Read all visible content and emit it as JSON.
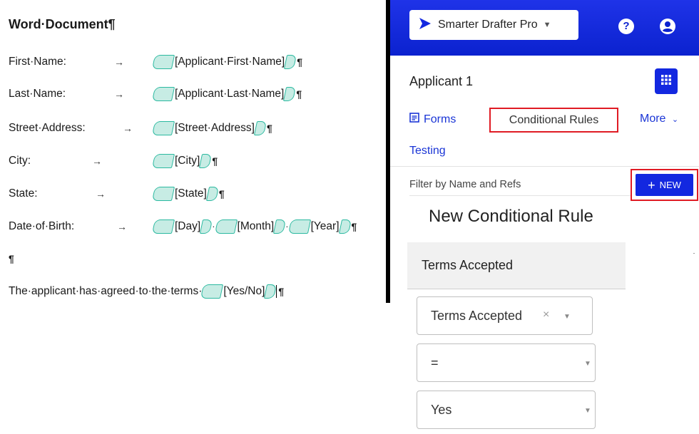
{
  "document": {
    "title": "Word·Document¶",
    "rows": [
      {
        "label": "First·Name:",
        "arrow": "→",
        "fields": [
          "[Applicant·First·Name]"
        ],
        "pilcrow": "¶"
      },
      {
        "label": "Last·Name:",
        "arrow": "→",
        "fields": [
          "[Applicant·Last·Name]"
        ],
        "pilcrow": "¶"
      },
      {
        "label": "Street·Address:",
        "arrow": "→",
        "fields": [
          "[Street·Address]"
        ],
        "pilcrow": "¶"
      },
      {
        "label": "City:",
        "arrow": "→",
        "fields": [
          "[City]"
        ],
        "pilcrow": "¶"
      },
      {
        "label": "State:",
        "arrow": "→",
        "fields": [
          "[State]"
        ],
        "pilcrow": "¶"
      },
      {
        "label": "Date·of·Birth:",
        "arrow": "→",
        "fields": [
          "[Day]",
          "[Month]",
          "[Year]"
        ],
        "separator": "·",
        "pilcrow": "¶"
      }
    ],
    "empty_pilcrow": "¶",
    "terms_sentence": "The·applicant·has·agreed·to·the·terms·",
    "terms_field": "[Yes/No]",
    "terms_pilcrow": "¶"
  },
  "panel": {
    "app_name": "Smarter Drafter Pro",
    "applicant": "Applicant 1",
    "tabs": {
      "forms": "Forms",
      "conditional_rules": "Conditional Rules",
      "more": "More",
      "testing": "Testing"
    },
    "filter_label": "Filter by Name and Refs",
    "new_button": "NEW",
    "rule_title": "New Conditional Rule",
    "rule_header": "Terms Accepted",
    "field_select": {
      "value": "Terms Accepted",
      "clear": "×"
    },
    "operator_select": {
      "value": "="
    },
    "value_select": {
      "value": "Yes"
    },
    "help_label": "?",
    "colors": {
      "brand_blue": "#0b22cf",
      "highlight_red": "#e01b24",
      "content_control": "#2bb9a0"
    }
  }
}
